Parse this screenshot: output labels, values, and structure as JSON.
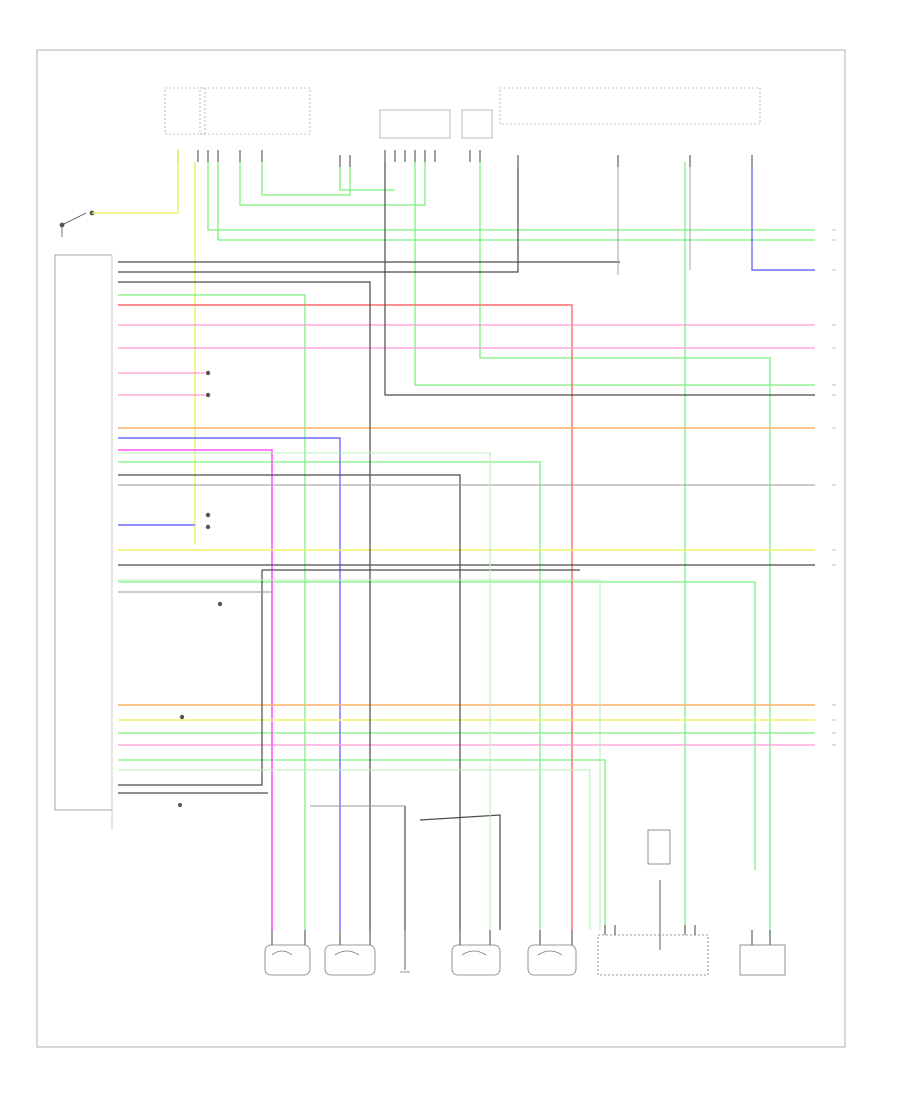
{
  "footer_text": "",
  "colors": {
    "border": "#b0b0b0",
    "green": "#7df07d",
    "red": "#ff6a6a",
    "pink": "#ff9ad2",
    "orange": "#ffb066",
    "yellow": "#f2f26a",
    "blue": "#6b6bff",
    "magenta": "#ff55ff",
    "black": "#4a4a4a",
    "gray": "#9a9a9a",
    "light_green": "#b8f0b8"
  },
  "components": [
    {
      "id": "top-connector-1",
      "label": ""
    },
    {
      "id": "top-connector-2",
      "label": ""
    },
    {
      "id": "top-connector-3",
      "label": ""
    },
    {
      "id": "top-connector-4",
      "label": ""
    },
    {
      "id": "top-connector-5",
      "label": ""
    },
    {
      "id": "fuse-box",
      "label": ""
    },
    {
      "id": "control-module",
      "label": ""
    },
    {
      "id": "left-switch",
      "label": ""
    },
    {
      "id": "sensor-1",
      "label": ""
    },
    {
      "id": "sensor-2",
      "label": ""
    },
    {
      "id": "sensor-3",
      "label": ""
    },
    {
      "id": "sensor-4",
      "label": ""
    },
    {
      "id": "connector-bottom-1",
      "label": ""
    },
    {
      "id": "connector-bottom-2",
      "label": ""
    }
  ]
}
